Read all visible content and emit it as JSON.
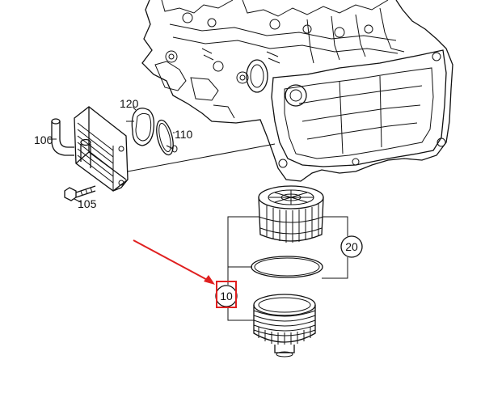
{
  "callouts": {
    "oil_cooler": "100",
    "bolt": "105",
    "gasket_large": "110",
    "gasket_small": "120",
    "filter_assembly": "20",
    "filter_housing_cap": "10"
  },
  "colors": {
    "highlight": "#e02020",
    "line": "#111111",
    "background": "#ffffff"
  }
}
